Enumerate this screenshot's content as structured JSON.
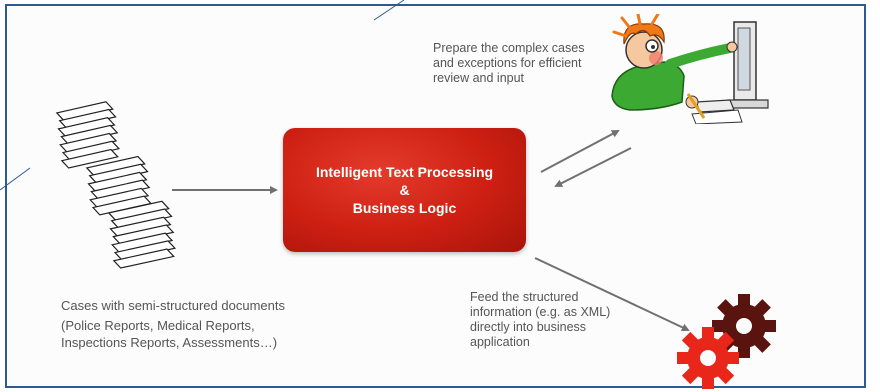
{
  "center_box": {
    "line1": "Intelligent Text Processing",
    "line2": "&",
    "line3": "Business Logic"
  },
  "prepare_text": [
    "Prepare the complex cases",
    "and exceptions for efficient",
    "review and input"
  ],
  "input_caption": [
    "Cases with semi-structured documents",
    "(Police Reports, Medical Reports,",
    "Inspections Reports, Assessments…)"
  ],
  "feed_text": [
    "Feed the structured",
    "information (e.g. as XML)",
    "directly into business",
    "application"
  ],
  "icons": {
    "documents": "document-stack-icon",
    "person": "person-at-computer-icon",
    "gears": "gears-icon"
  },
  "colors": {
    "box": "#cc1f12",
    "frame": "#2c5a93",
    "text": "#555555",
    "arrow": "#707070",
    "gear_red": "#e8261a",
    "gear_dark": "#5a1410"
  }
}
